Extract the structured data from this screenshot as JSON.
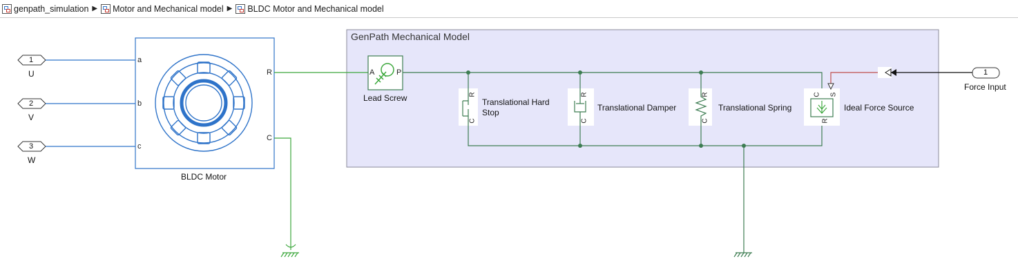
{
  "breadcrumb": [
    {
      "label": "genpath_simulation"
    },
    {
      "label": "Motor and Mechanical model"
    },
    {
      "label": "BLDC Motor and Mechanical model"
    }
  ],
  "inports": [
    {
      "number": "1",
      "name": "U"
    },
    {
      "number": "2",
      "name": "V"
    },
    {
      "number": "3",
      "name": "W"
    }
  ],
  "motor": {
    "name": "BLDC Motor",
    "ports": {
      "a": "a",
      "b": "b",
      "c": "c",
      "r": "R",
      "c_out": "C"
    }
  },
  "subsystem": {
    "title": "GenPath Mechanical Model"
  },
  "lead_screw": {
    "name": "Lead Screw",
    "port_a": "A",
    "port_p": "P"
  },
  "hard_stop": {
    "name_line1": "Translational Hard",
    "name_line2": "Stop",
    "port_r": "R",
    "port_c": "C"
  },
  "damper": {
    "name": "Translational Damper",
    "port_r": "R",
    "port_c": "C"
  },
  "spring": {
    "name": "Translational Spring",
    "port_r": "R",
    "port_c": "C"
  },
  "force_source": {
    "name": "Ideal Force Source",
    "port_c": "C",
    "port_s": "S",
    "port_r": "R"
  },
  "force_input": {
    "number": "1",
    "name": "Force Input"
  },
  "colors": {
    "signal": "#2e73c9",
    "physical_green": "#3da83d",
    "mech_line": "#3d7d52",
    "subsystem_fill": "#e6e6fa",
    "force_red": "#c0504d"
  }
}
